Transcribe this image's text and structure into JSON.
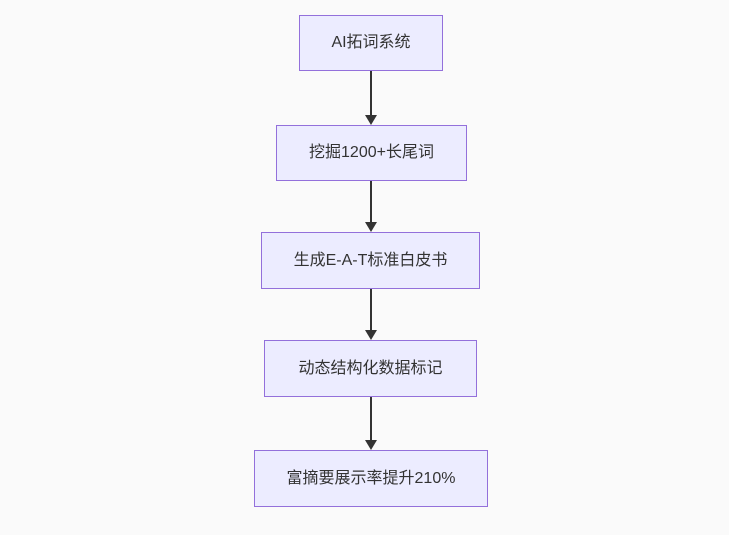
{
  "diagram": {
    "type": "flowchart-vertical",
    "direction": "top-down",
    "nodes": [
      {
        "id": "n1",
        "label": "AI拓词系统"
      },
      {
        "id": "n2",
        "label": "挖掘1200+长尾词"
      },
      {
        "id": "n3",
        "label": "生成E-A-T标准白皮书"
      },
      {
        "id": "n4",
        "label": "动态结构化数据标记"
      },
      {
        "id": "n5",
        "label": "富摘要展示率提升210%"
      }
    ],
    "edges": [
      {
        "from": "n1",
        "to": "n2",
        "arrow": "down"
      },
      {
        "from": "n2",
        "to": "n3",
        "arrow": "down"
      },
      {
        "from": "n3",
        "to": "n4",
        "arrow": "down"
      },
      {
        "from": "n4",
        "to": "n5",
        "arrow": "down"
      }
    ],
    "colors": {
      "background": "#fafafa",
      "node_fill": "#ECECFF",
      "node_border": "#9370DB",
      "text": "#333333",
      "arrow": "#333333"
    }
  }
}
